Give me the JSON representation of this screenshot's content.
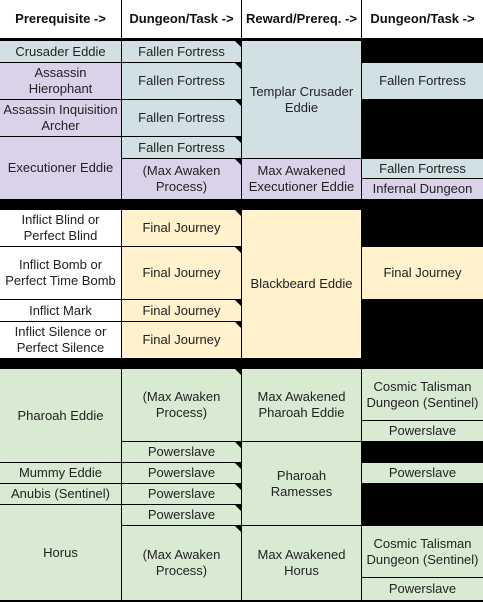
{
  "headers": {
    "prerequisite": "Prerequisite ->",
    "dungeon_task": "Dungeon/Task ->",
    "reward_prereq": "Reward/Prereq. ->",
    "dungeon_task_2": "Dungeon/Task ->"
  },
  "templar_section": {
    "prereqs": [
      "Crusader Eddie",
      "Assassin Hierophant",
      "Assassin Inquisition Archer",
      "Executioner Eddie"
    ],
    "tasks": [
      "Fallen Fortress",
      "Fallen Fortress",
      "Fallen Fortress",
      "Fallen Fortress",
      "(Max Awaken Process)"
    ],
    "rewards": [
      "Templar Crusader Eddie",
      "Max Awakened Executioner Eddie"
    ],
    "next_tasks": [
      "Fallen Fortress",
      "Fallen Fortress",
      "Infernal Dungeon"
    ]
  },
  "blackbeard_section": {
    "prereqs": [
      "Inflict Blind or Perfect Blind",
      "Inflict Bomb or Perfect Time Bomb",
      "Inflict Mark",
      "Inflict Silence or Perfect Silence"
    ],
    "tasks": [
      "Final Journey",
      "Final Journey",
      "Final Journey",
      "Final Journey"
    ],
    "reward": "Blackbeard Eddie",
    "next_task": "Final Journey"
  },
  "pharoah_section": {
    "prereqs": [
      "Pharoah Eddie",
      "Mummy Eddie",
      "Anubis (Sentinel)",
      "Horus"
    ],
    "tasks": [
      "(Max Awaken Process)",
      "Powerslave",
      "Powerslave",
      "Powerslave",
      "Powerslave",
      "(Max Awaken Process)"
    ],
    "rewards": [
      "Max Awakened Pharoah Eddie",
      "Pharoah Ramesses",
      "Max Awakened Horus"
    ],
    "next_tasks": [
      "Cosmic Talisman Dungeon (Sentinel)",
      "Powerslave",
      "Powerslave",
      "Cosmic Talisman Dungeon (Sentinel)",
      "Powerslave"
    ]
  },
  "colors": {
    "blue": "#d0e0e3",
    "purple": "#d9d2e9",
    "yellow": "#fff2cc",
    "green": "#d9ead3",
    "border": "#000000"
  }
}
